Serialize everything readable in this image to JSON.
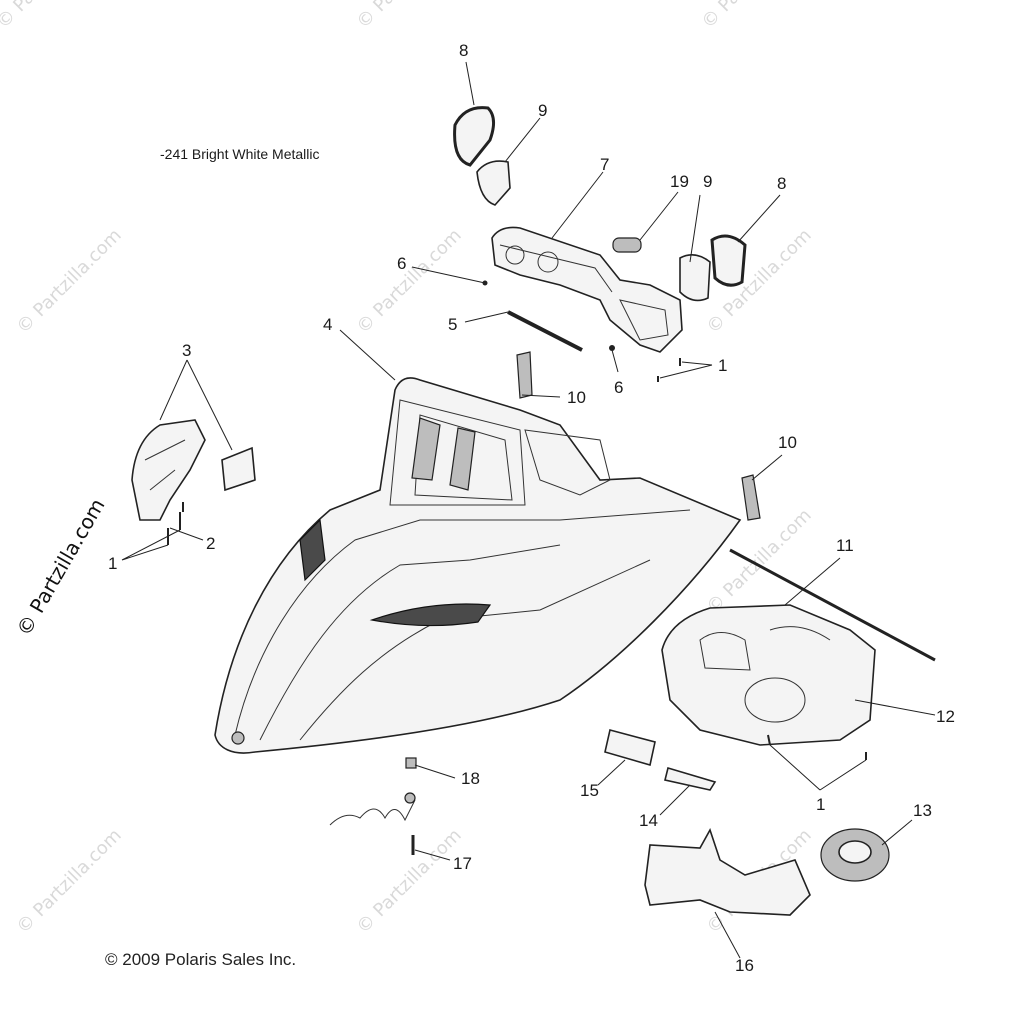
{
  "color_note": "-241  Bright White Metallic",
  "copyright": "© 2009 Polaris Sales Inc.",
  "side_watermark": "© Partzilla.com",
  "watermark_text": "© Partzilla.com",
  "callouts": {
    "c8a": "8",
    "c9a": "9",
    "c7": "7",
    "c19": "19",
    "c9b": "9",
    "c8b": "8",
    "c6a": "6",
    "c5": "5",
    "c6b": "6",
    "c1a": "1",
    "c4": "4",
    "c3": "3",
    "c10a": "10",
    "c10b": "10",
    "c2": "2",
    "c1b": "1",
    "c11": "11",
    "c12": "12",
    "c18": "18",
    "c15": "15",
    "c14": "14",
    "c1c": "1",
    "c13": "13",
    "c17": "17",
    "c16": "16"
  },
  "colors": {
    "line": "#222222",
    "watermark": "#d9d9d9",
    "background": "#ffffff"
  }
}
